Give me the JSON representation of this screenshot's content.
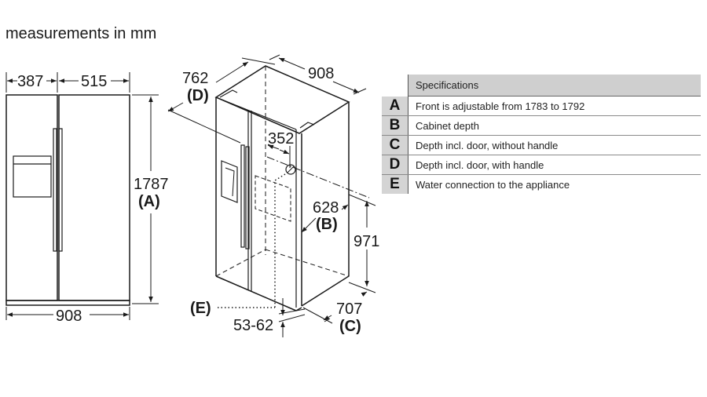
{
  "title": "measurements in mm",
  "front_view": {
    "width_left": "387",
    "width_right": "515",
    "total_width": "908",
    "height": "1787",
    "height_key": "(A)"
  },
  "iso_view": {
    "depth_with_handle": "762",
    "depth_with_handle_key": "(D)",
    "width_top": "908",
    "water_offset": "352",
    "cabinet_depth": "628",
    "cabinet_depth_key": "(B)",
    "water_height": "971",
    "depth_without_handle": "707",
    "depth_without_handle_key": "(C)",
    "water_connection_key": "(E)",
    "feet_range": "53-62"
  },
  "specifications": {
    "header": "Specifications",
    "rows": [
      {
        "key": "A",
        "text": "Front is adjustable from 1783 to 1792"
      },
      {
        "key": "B",
        "text": "Cabinet depth"
      },
      {
        "key": "C",
        "text": "Depth incl. door, without handle"
      },
      {
        "key": "D",
        "text": "Depth incl. door, with handle"
      },
      {
        "key": "E",
        "text": "Water connection to the appliance"
      }
    ]
  }
}
